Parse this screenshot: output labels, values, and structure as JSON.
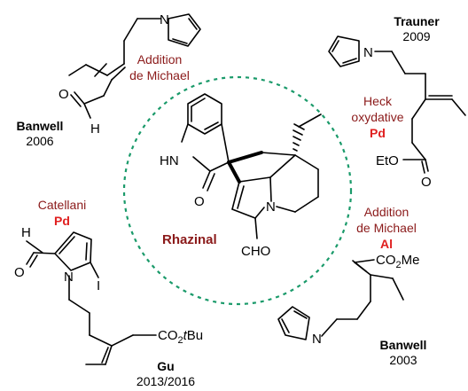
{
  "diagram": {
    "target": {
      "name": "Rhazinal",
      "substituent_cho": "CHO",
      "atom_hn": "HN",
      "atom_o": "O",
      "atom_n": "N"
    },
    "routes": [
      {
        "author": "Banwell",
        "year": "2006",
        "method_line1": "Addition",
        "method_line2": "de Michael",
        "atom_o": "O",
        "atom_h": "H"
      },
      {
        "author": "Trauner",
        "year": "2009",
        "method_line1": "Heck",
        "method_line2": "oxydative",
        "metal": "Pd",
        "atom_o": "O",
        "ester": "EtO"
      },
      {
        "author": "Gu",
        "year": "2013/2016",
        "method_line1": "Catellani",
        "metal": "Pd",
        "atom_o": "O",
        "atom_h": "H",
        "atom_n": "N",
        "atom_i": "I",
        "ester": "CO",
        "ester_sub": "2",
        "ester_tail": "tBu"
      },
      {
        "author": "Banwell",
        "year": "2003",
        "method_line1": "Addition",
        "method_line2": "de Michael",
        "metal": "Al",
        "ester": "CO",
        "ester_sub": "2",
        "ester_tail": "Me"
      }
    ],
    "pyrrole_atom": "N",
    "circle_color": "#1a9a6a",
    "method_color": "#8b1a1a",
    "metal_color": "#e02020"
  }
}
